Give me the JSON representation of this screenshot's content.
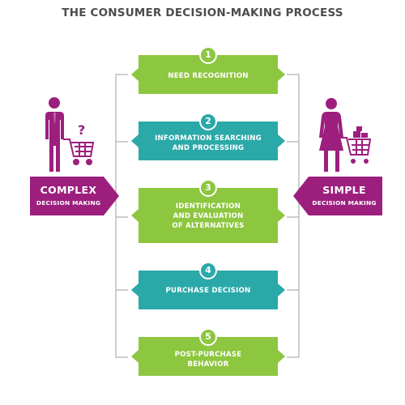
{
  "title": "THE CONSUMER DECISION-MAKING PROCESS",
  "colors": {
    "green": "#8dc63f",
    "teal": "#2aa9a8",
    "purple": "#9c1f7e",
    "bracket": "#bdbdbd",
    "circle_border": "#ffffff"
  },
  "steps": [
    {
      "number": "1",
      "label": "NEED RECOGNITION",
      "color": "green"
    },
    {
      "number": "2",
      "label": "INFORMATION SEARCHING\nAND PROCESSING",
      "color": "teal"
    },
    {
      "number": "3",
      "label": "IDENTIFICATION\nAND EVALUATION\nOF ALTERNATIVES",
      "color": "green"
    },
    {
      "number": "4",
      "label": "PURCHASE DECISION",
      "color": "teal"
    },
    {
      "number": "5",
      "label": "POST-PURCHASE\nBEHAVIOR",
      "color": "green"
    }
  ],
  "left": {
    "title": "COMPLEX",
    "subtitle": "DECISION MAKING",
    "figure": "man-with-cart-icon",
    "question_mark": "?"
  },
  "right": {
    "title": "SIMPLE",
    "subtitle": "DECISION MAKING",
    "figure": "woman-with-cart-icon"
  }
}
